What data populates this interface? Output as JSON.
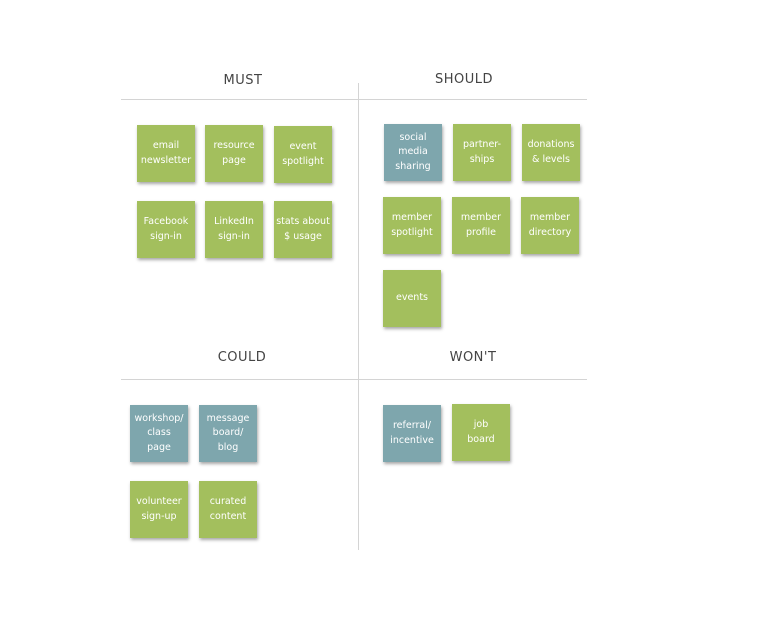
{
  "colors": {
    "green": "#a3bf5d",
    "blue": "#7ea6ad",
    "divider": "#d4d4d4"
  },
  "quadrants": {
    "must": {
      "title": "MUST",
      "notes": [
        {
          "text": "email\nnewsletter",
          "color": "green"
        },
        {
          "text": "resource\npage",
          "color": "green"
        },
        {
          "text": "event\nspotlight",
          "color": "green"
        },
        {
          "text": "Facebook\nsign-in",
          "color": "green"
        },
        {
          "text": "LinkedIn\nsign-in",
          "color": "green"
        },
        {
          "text": "stats about\n$ usage",
          "color": "green"
        }
      ]
    },
    "should": {
      "title": "SHOULD",
      "notes": [
        {
          "text": "social\nmedia\nsharing",
          "color": "blue"
        },
        {
          "text": "partner-\nships",
          "color": "green"
        },
        {
          "text": "donations\n& levels",
          "color": "green"
        },
        {
          "text": "member\nspotlight",
          "color": "green"
        },
        {
          "text": "member\nprofile",
          "color": "green"
        },
        {
          "text": "member\ndirectory",
          "color": "green"
        },
        {
          "text": "events",
          "color": "green"
        }
      ]
    },
    "could": {
      "title": "COULD",
      "notes": [
        {
          "text": "workshop/\nclass\npage",
          "color": "blue"
        },
        {
          "text": "message\nboard/\nblog",
          "color": "blue"
        },
        {
          "text": "volunteer\nsign-up",
          "color": "green"
        },
        {
          "text": "curated\ncontent",
          "color": "green"
        }
      ]
    },
    "wont": {
      "title": "WON'T",
      "notes": [
        {
          "text": "referral/\nincentive",
          "color": "blue"
        },
        {
          "text": "job\nboard",
          "color": "green"
        }
      ]
    }
  }
}
